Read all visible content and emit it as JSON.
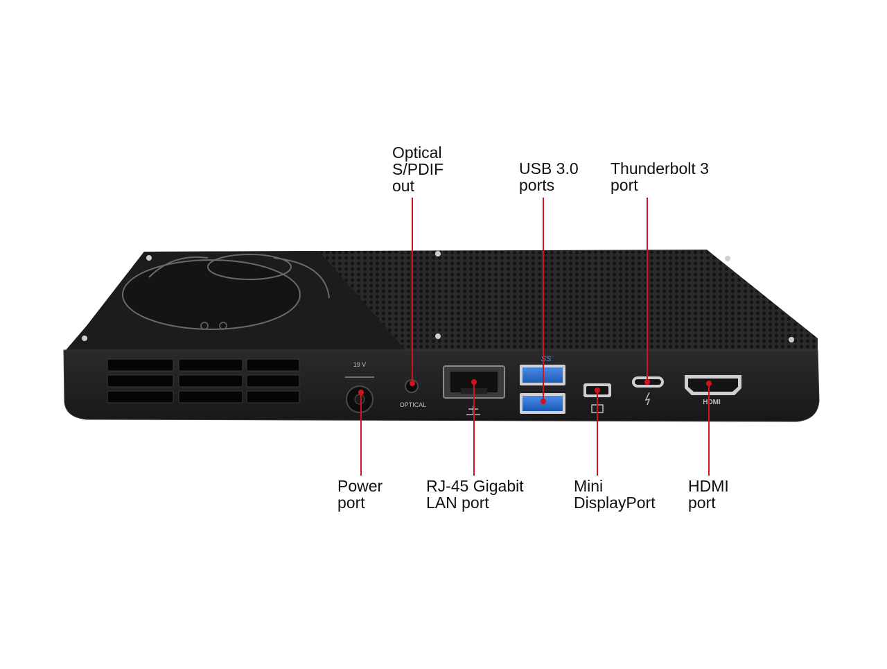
{
  "product_image": {
    "description_icon": "mini-pc-rear-panel",
    "colors": {
      "callout_line": "#d5121b",
      "chassis": "#1f1f21",
      "port_blue": "#2a6fd0"
    },
    "panel_markings": {
      "power_rating": "19 V",
      "optical": "OPTICAL",
      "hdmi": "HDMI",
      "usb": "SS"
    }
  },
  "callouts": {
    "optical": "Optical\nS/PDIF\nout",
    "usb": "USB 3.0\nports",
    "thunderbolt": "Thunderbolt 3\nport",
    "power": "Power\nport",
    "lan": "RJ-45 Gigabit\nLAN port",
    "minidp": "Mini\nDisplayPort",
    "hdmi": "HDMI\nport"
  }
}
